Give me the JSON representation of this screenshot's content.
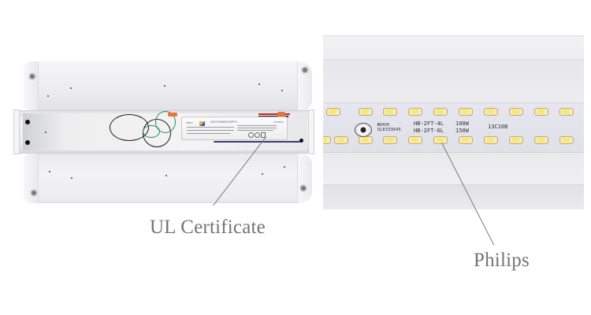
{
  "left_panel": {
    "subject": "LED fixture with open driver compartment",
    "driver_label": {
      "title": "LED POWER SUPPLY",
      "input_label": "INPUT",
      "output_label": "OUTPUT"
    },
    "callout": {
      "label": "UL Certificate"
    }
  },
  "right_panel": {
    "subject": "LED strip close-up",
    "pcb_markings": {
      "flammability": "94V0",
      "ul_file": "ULE333645",
      "model_1": "HB-2FT-4L",
      "watt_1": "100W",
      "model_2": "HB-2FT-6L",
      "watt_2": "150W",
      "batch": "13C10B"
    },
    "callout": {
      "label": "Philips"
    }
  },
  "colors": {
    "caption_text": "#757478",
    "leader_line": "#7a7a7e",
    "led_phosphor": "#f7e873",
    "pcb": "#e2e3ea"
  }
}
